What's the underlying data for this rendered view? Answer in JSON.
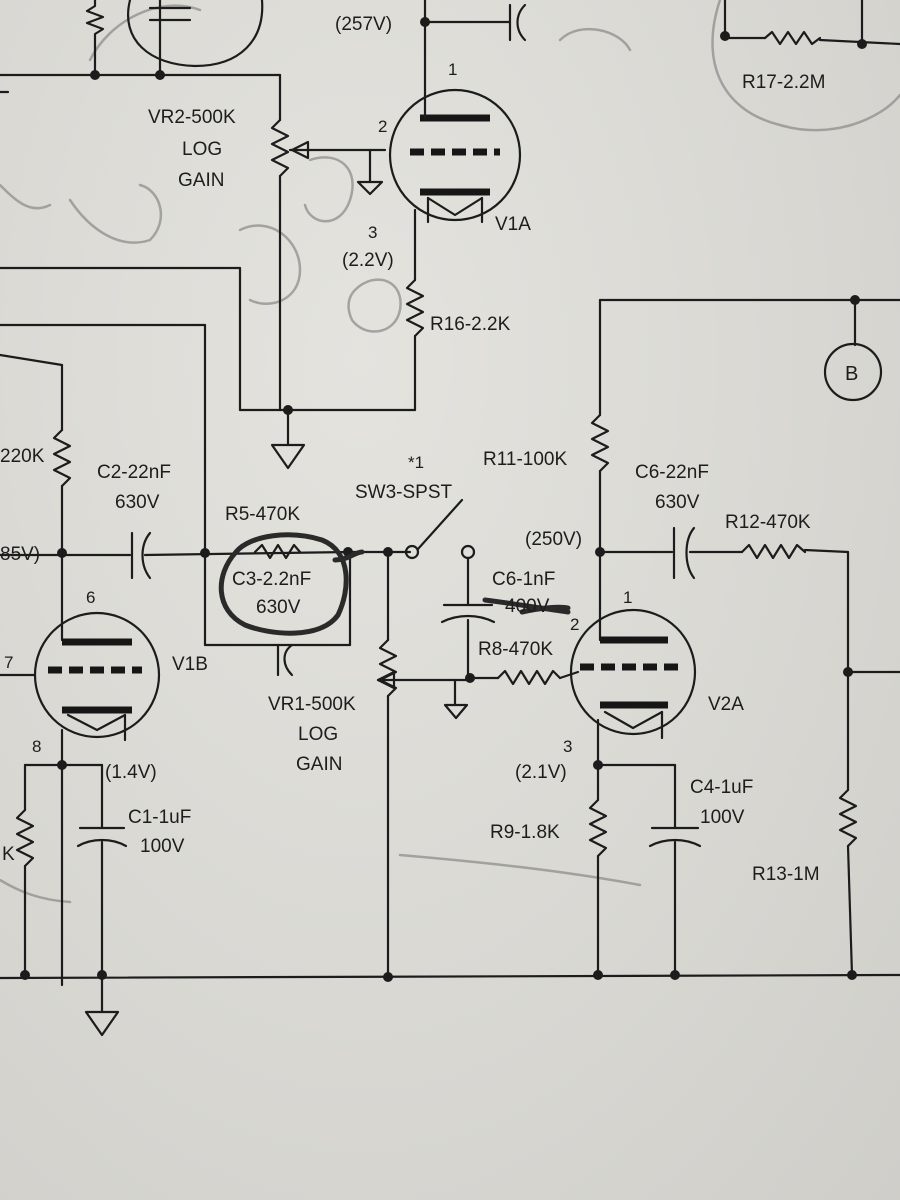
{
  "labels": {
    "v257": "(257V)",
    "r17": "R17-2.2M",
    "vr2_name": "VR2-500K",
    "vr2_log": "LOG",
    "vr2_gain": "GAIN",
    "v1a": "V1A",
    "v22": "(2.2V)",
    "r16": "R16-2.2K",
    "node_b": "B",
    "r220k": "220K",
    "c2": "C2-22nF",
    "c2_v": "630V",
    "r5": "R5-470K",
    "sw_note": "*1",
    "sw3": "SW3-SPST",
    "r11": "R11-100K",
    "c6_22": "C6-22nF",
    "c6_22_v": "630V",
    "r12": "R12-470K",
    "v85": "85V)",
    "c3": "C3-2.2nF",
    "c3_v": "630V",
    "v250": "(250V)",
    "c6_1": "C6-1nF",
    "c6_1_v": "400V",
    "r8": "R8-470K",
    "v1b": "V1B",
    "vr1_name": "VR1-500K",
    "vr1_log": "LOG",
    "vr1_gain": "GAIN",
    "v2a": "V2A",
    "v14": "(1.4V)",
    "v21": "(2.1V)",
    "c4": "C4-1uF",
    "c4_v": "100V",
    "c1": "C1-1uF",
    "c1_v": "100V",
    "r9": "R9-1.8K",
    "r13": "R13-1M",
    "k_partial": "K"
  },
  "pins": {
    "v1a_1": "1",
    "v1a_2": "2",
    "v1a_3": "3",
    "v1b_6": "6",
    "v1b_7": "7",
    "v1b_8": "8",
    "v2a_1": "1",
    "v2a_2": "2",
    "v2a_3": "3"
  },
  "colors": {
    "ink": "#1c1c1c",
    "paper": "#dcdbd6",
    "pencil": "#8e8e8c"
  }
}
